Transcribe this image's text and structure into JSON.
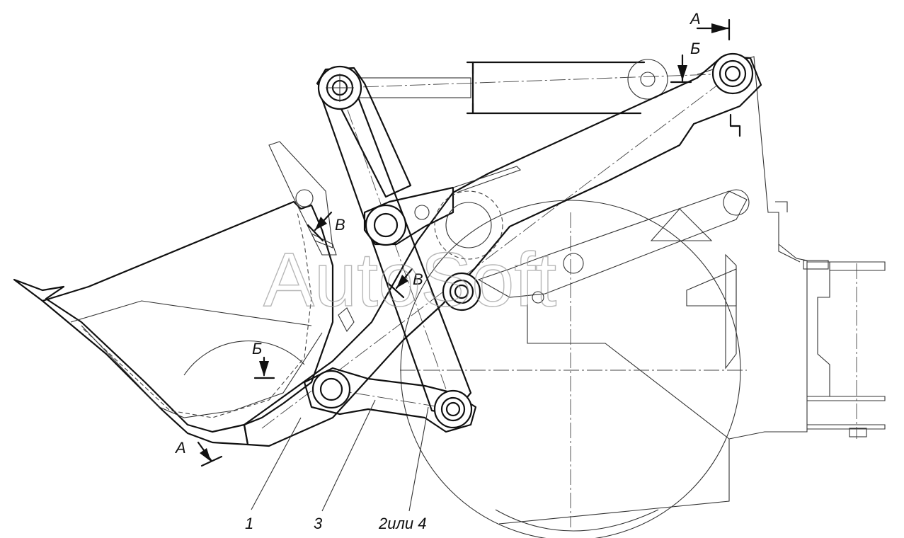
{
  "watermark": "AutoSoft",
  "callouts": {
    "part_1": "1",
    "part_3": "3",
    "part_2_or_4": "2или 4"
  },
  "section_marks": {
    "a_top": "А",
    "a_bottom": "А",
    "b_top": "Б",
    "b_bucket": "Б",
    "v_upper": "В",
    "v_lower": "В"
  }
}
